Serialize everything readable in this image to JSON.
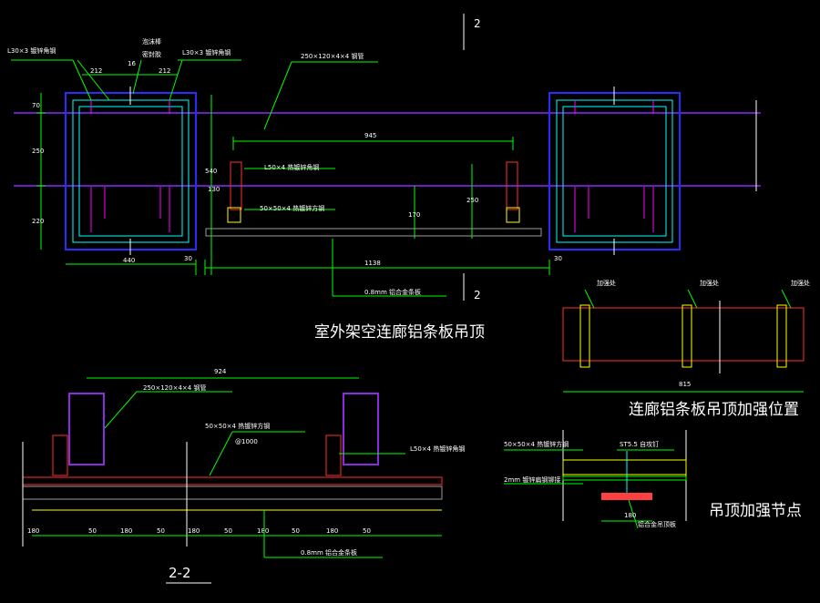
{
  "colors": {
    "background": "#000000",
    "dimension": "#00ff00",
    "outline": "#2b2bff",
    "beam": "#00ffff",
    "steel": "#ff00ff",
    "angle": "#ff3030",
    "reinforce": "#ffff00",
    "purlin": "#8c28ff",
    "text": "#ffffff"
  },
  "titles": {
    "main": "室外架空连廊铝条板吊顶",
    "reinforce_position": "连廊铝条板吊顶加强位置",
    "reinforce_node": "吊顶加强节点",
    "section": "2-2"
  },
  "section_marks": {
    "top": "2",
    "bottom": "2"
  },
  "plan": {
    "labels": {
      "angle_left": "L30×3  镀锌角钢",
      "angle_right": "L30×3  镀锌角钢",
      "sealant": "泡沫棒",
      "sealant2": "密封胶",
      "steel_tube": "250×120×4×4   钢管",
      "angle_l50": "L50×4   热镀锌角钢",
      "square_tube": "50×50×4    热镀锌方钢",
      "aluminium": "0.8mm    铝合金条板"
    },
    "dims": {
      "d212a": "212",
      "d212b": "212",
      "d16": "16",
      "d70": "70",
      "d250": "250",
      "d220": "220",
      "d440": "440",
      "d30a": "30",
      "d30b": "30",
      "d130": "130",
      "d540": "540",
      "d945": "945",
      "d170": "170",
      "d250b": "250",
      "d1138": "1138"
    }
  },
  "reinforce_position": {
    "labels": [
      "加强处",
      "加强处",
      "加强处"
    ],
    "dim": "815"
  },
  "section_view": {
    "labels": {
      "steel_tube": "250×120×4×4   钢管",
      "square_tube": "50×50×4    热镀锌方钢",
      "spacing": "@1000",
      "angle": "L50×4   热镀锌角钢",
      "aluminium": "0.8mm    铝合金条板"
    },
    "dims": {
      "top": "924",
      "bottom": [
        "180",
        "50",
        "180",
        "50",
        "180",
        "50",
        "180",
        "50",
        "180",
        "50"
      ]
    }
  },
  "node": {
    "labels": {
      "square_tube": "50×50×4    热镀锌方钢",
      "screw": "ST5.5    自攻钉",
      "plate": "2mm    镀锌扁钢铆接",
      "aluminium": "铝合金吊顶板"
    },
    "dims": {
      "d180": "180"
    }
  }
}
